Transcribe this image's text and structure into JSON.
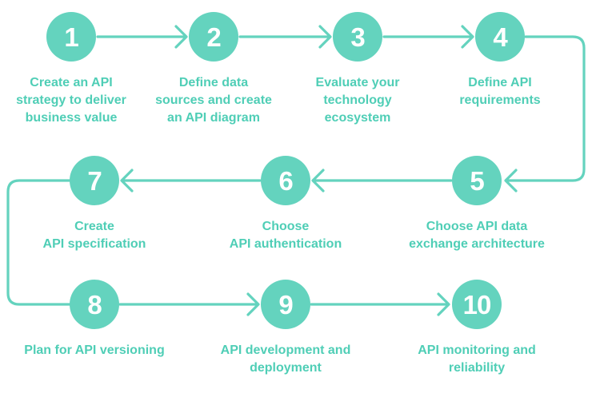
{
  "diagram": {
    "type": "flowchart",
    "steps": [
      {
        "number": "1",
        "label": "Create an API\nstrategy to deliver\nbusiness value"
      },
      {
        "number": "2",
        "label": "Define data\nsources and create\nan API diagram"
      },
      {
        "number": "3",
        "label": "Evaluate your\ntechnology\necosystem"
      },
      {
        "number": "4",
        "label": "Define API\nrequirements"
      },
      {
        "number": "5",
        "label": "Choose API data\nexchange architecture"
      },
      {
        "number": "6",
        "label": "Choose\nAPI authentication"
      },
      {
        "number": "7",
        "label": "Create\nAPI specification"
      },
      {
        "number": "8",
        "label": "Plan for API versioning"
      },
      {
        "number": "9",
        "label": "API development and\ndeployment"
      },
      {
        "number": "10",
        "label": "API monitoring and\nreliability"
      }
    ],
    "flow": [
      {
        "from": "1",
        "to": "2",
        "style": "straight-arrow-right"
      },
      {
        "from": "2",
        "to": "3",
        "style": "straight-arrow-right"
      },
      {
        "from": "3",
        "to": "4",
        "style": "straight-arrow-right"
      },
      {
        "from": "4",
        "to": "5",
        "style": "elbow-down-arrow-left"
      },
      {
        "from": "5",
        "to": "6",
        "style": "straight-arrow-left"
      },
      {
        "from": "6",
        "to": "7",
        "style": "straight-arrow-left"
      },
      {
        "from": "7",
        "to": "8",
        "style": "elbow-down-no-arrow"
      },
      {
        "from": "8",
        "to": "9",
        "style": "straight-arrow-right"
      },
      {
        "from": "9",
        "to": "10",
        "style": "straight-arrow-right"
      }
    ]
  },
  "colors": {
    "accent": "#64d3be",
    "text": "#4fceb6",
    "number": "#ffffff",
    "background": "#ffffff"
  }
}
